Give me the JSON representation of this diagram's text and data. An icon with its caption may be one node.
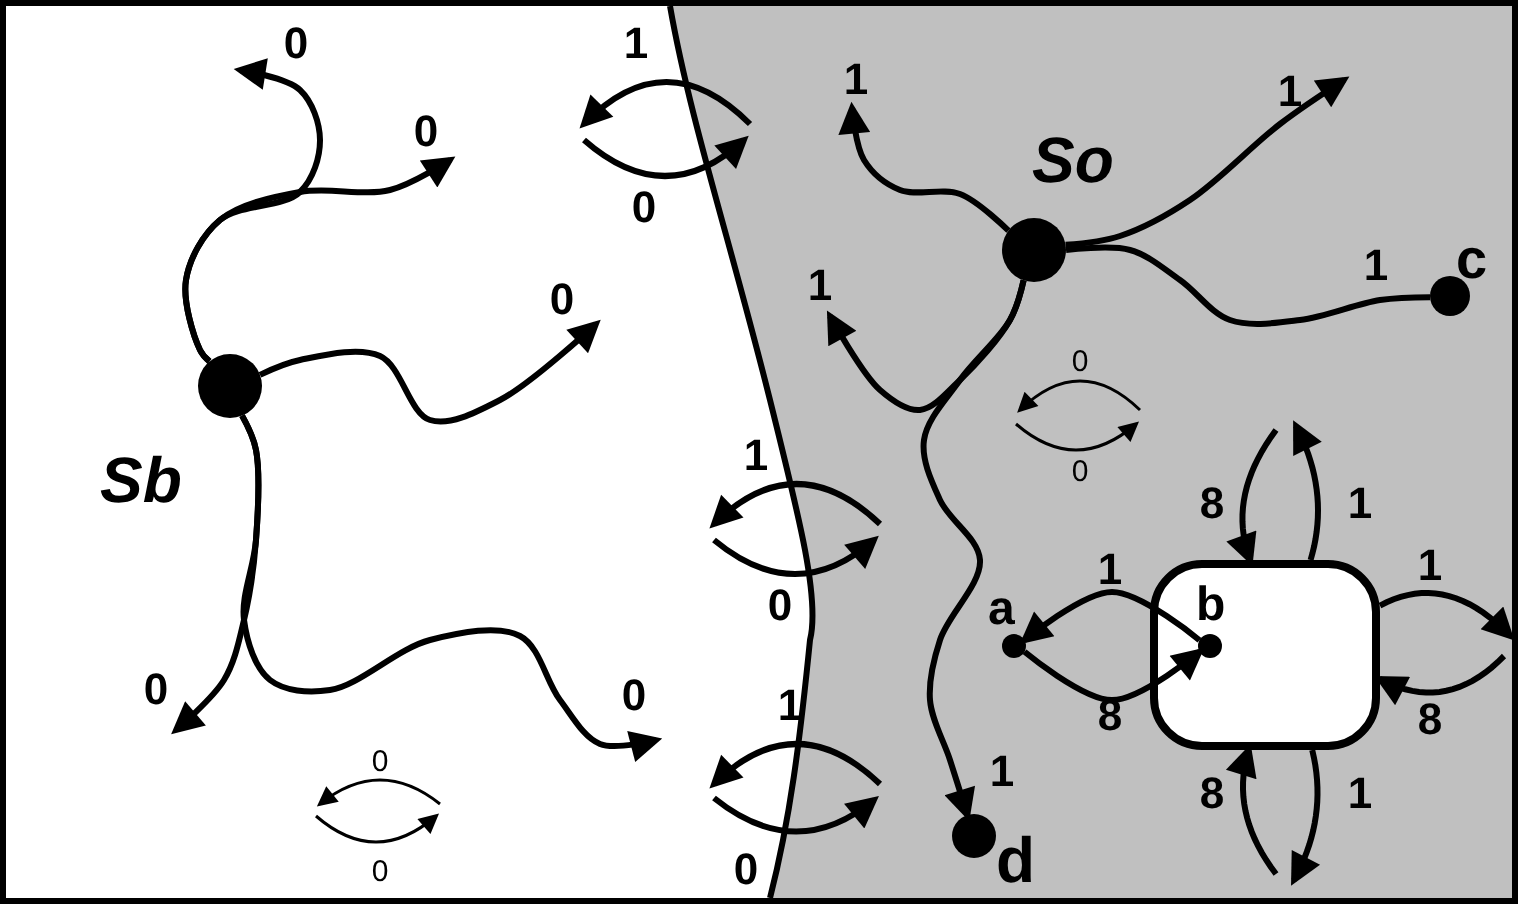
{
  "diagram": {
    "nodes": [
      {
        "text": [],
        "shape": "box"
      },
      {
        "text": [],
        "shape": "box",
        "in": 0
      },
      {
        "text": [
          "Sb"
        ],
        "in": 0
      },
      {
        "text": [
          "So"
        ],
        "in": 1
      },
      {
        "text": [
          "c"
        ],
        "in": 1
      },
      {
        "text": [
          "d"
        ],
        "in": 1
      },
      {
        "text": [],
        "shape": "box",
        "in": 1
      },
      {
        "text": [
          "a"
        ],
        "in": 1
      },
      {
        "text": [
          "b"
        ],
        "in": 6
      }
    ],
    "edges": [
      {
        "from": 2,
        "to": null,
        "arrow": "to",
        "label": "0"
      },
      {
        "from": 2,
        "to": null,
        "arrow": "to",
        "label": "0"
      },
      {
        "from": 2,
        "to": null,
        "arrow": "to",
        "label": "0"
      },
      {
        "from": 2,
        "to": null,
        "arrow": "to",
        "label": "0"
      },
      {
        "from": 2,
        "to": null,
        "arrow": "to",
        "label": "0"
      },
      {
        "from": 3,
        "to": null,
        "arrow": "to",
        "label": "1"
      },
      {
        "from": 3,
        "to": null,
        "arrow": "to",
        "label": "1"
      },
      {
        "from": 3,
        "to": 4,
        "arrow": "none",
        "label": "1"
      },
      {
        "from": 3,
        "to": null,
        "arrow": "to",
        "label": "1"
      },
      {
        "from": 3,
        "to": 5,
        "arrow": "to",
        "label": "1"
      },
      {
        "from": 8,
        "to": 7,
        "arrow": "to",
        "label": "1"
      },
      {
        "from": 7,
        "to": 8,
        "arrow": "to",
        "label": "8"
      },
      {
        "from": null,
        "to": 6,
        "arrow": "to",
        "label": "8"
      },
      {
        "from": 6,
        "to": null,
        "arrow": "to",
        "label": "1"
      },
      {
        "from": 6,
        "to": null,
        "arrow": "to",
        "label": "1"
      },
      {
        "from": null,
        "to": 6,
        "arrow": "to",
        "label": "8"
      },
      {
        "from": null,
        "to": 6,
        "arrow": "to",
        "label": "8"
      },
      {
        "from": 6,
        "to": null,
        "arrow": "to",
        "label": "1"
      }
    ],
    "labels": [
      "1",
      "0",
      "0",
      "0",
      "1",
      "0",
      "1",
      "0",
      "0",
      "0"
    ]
  }
}
